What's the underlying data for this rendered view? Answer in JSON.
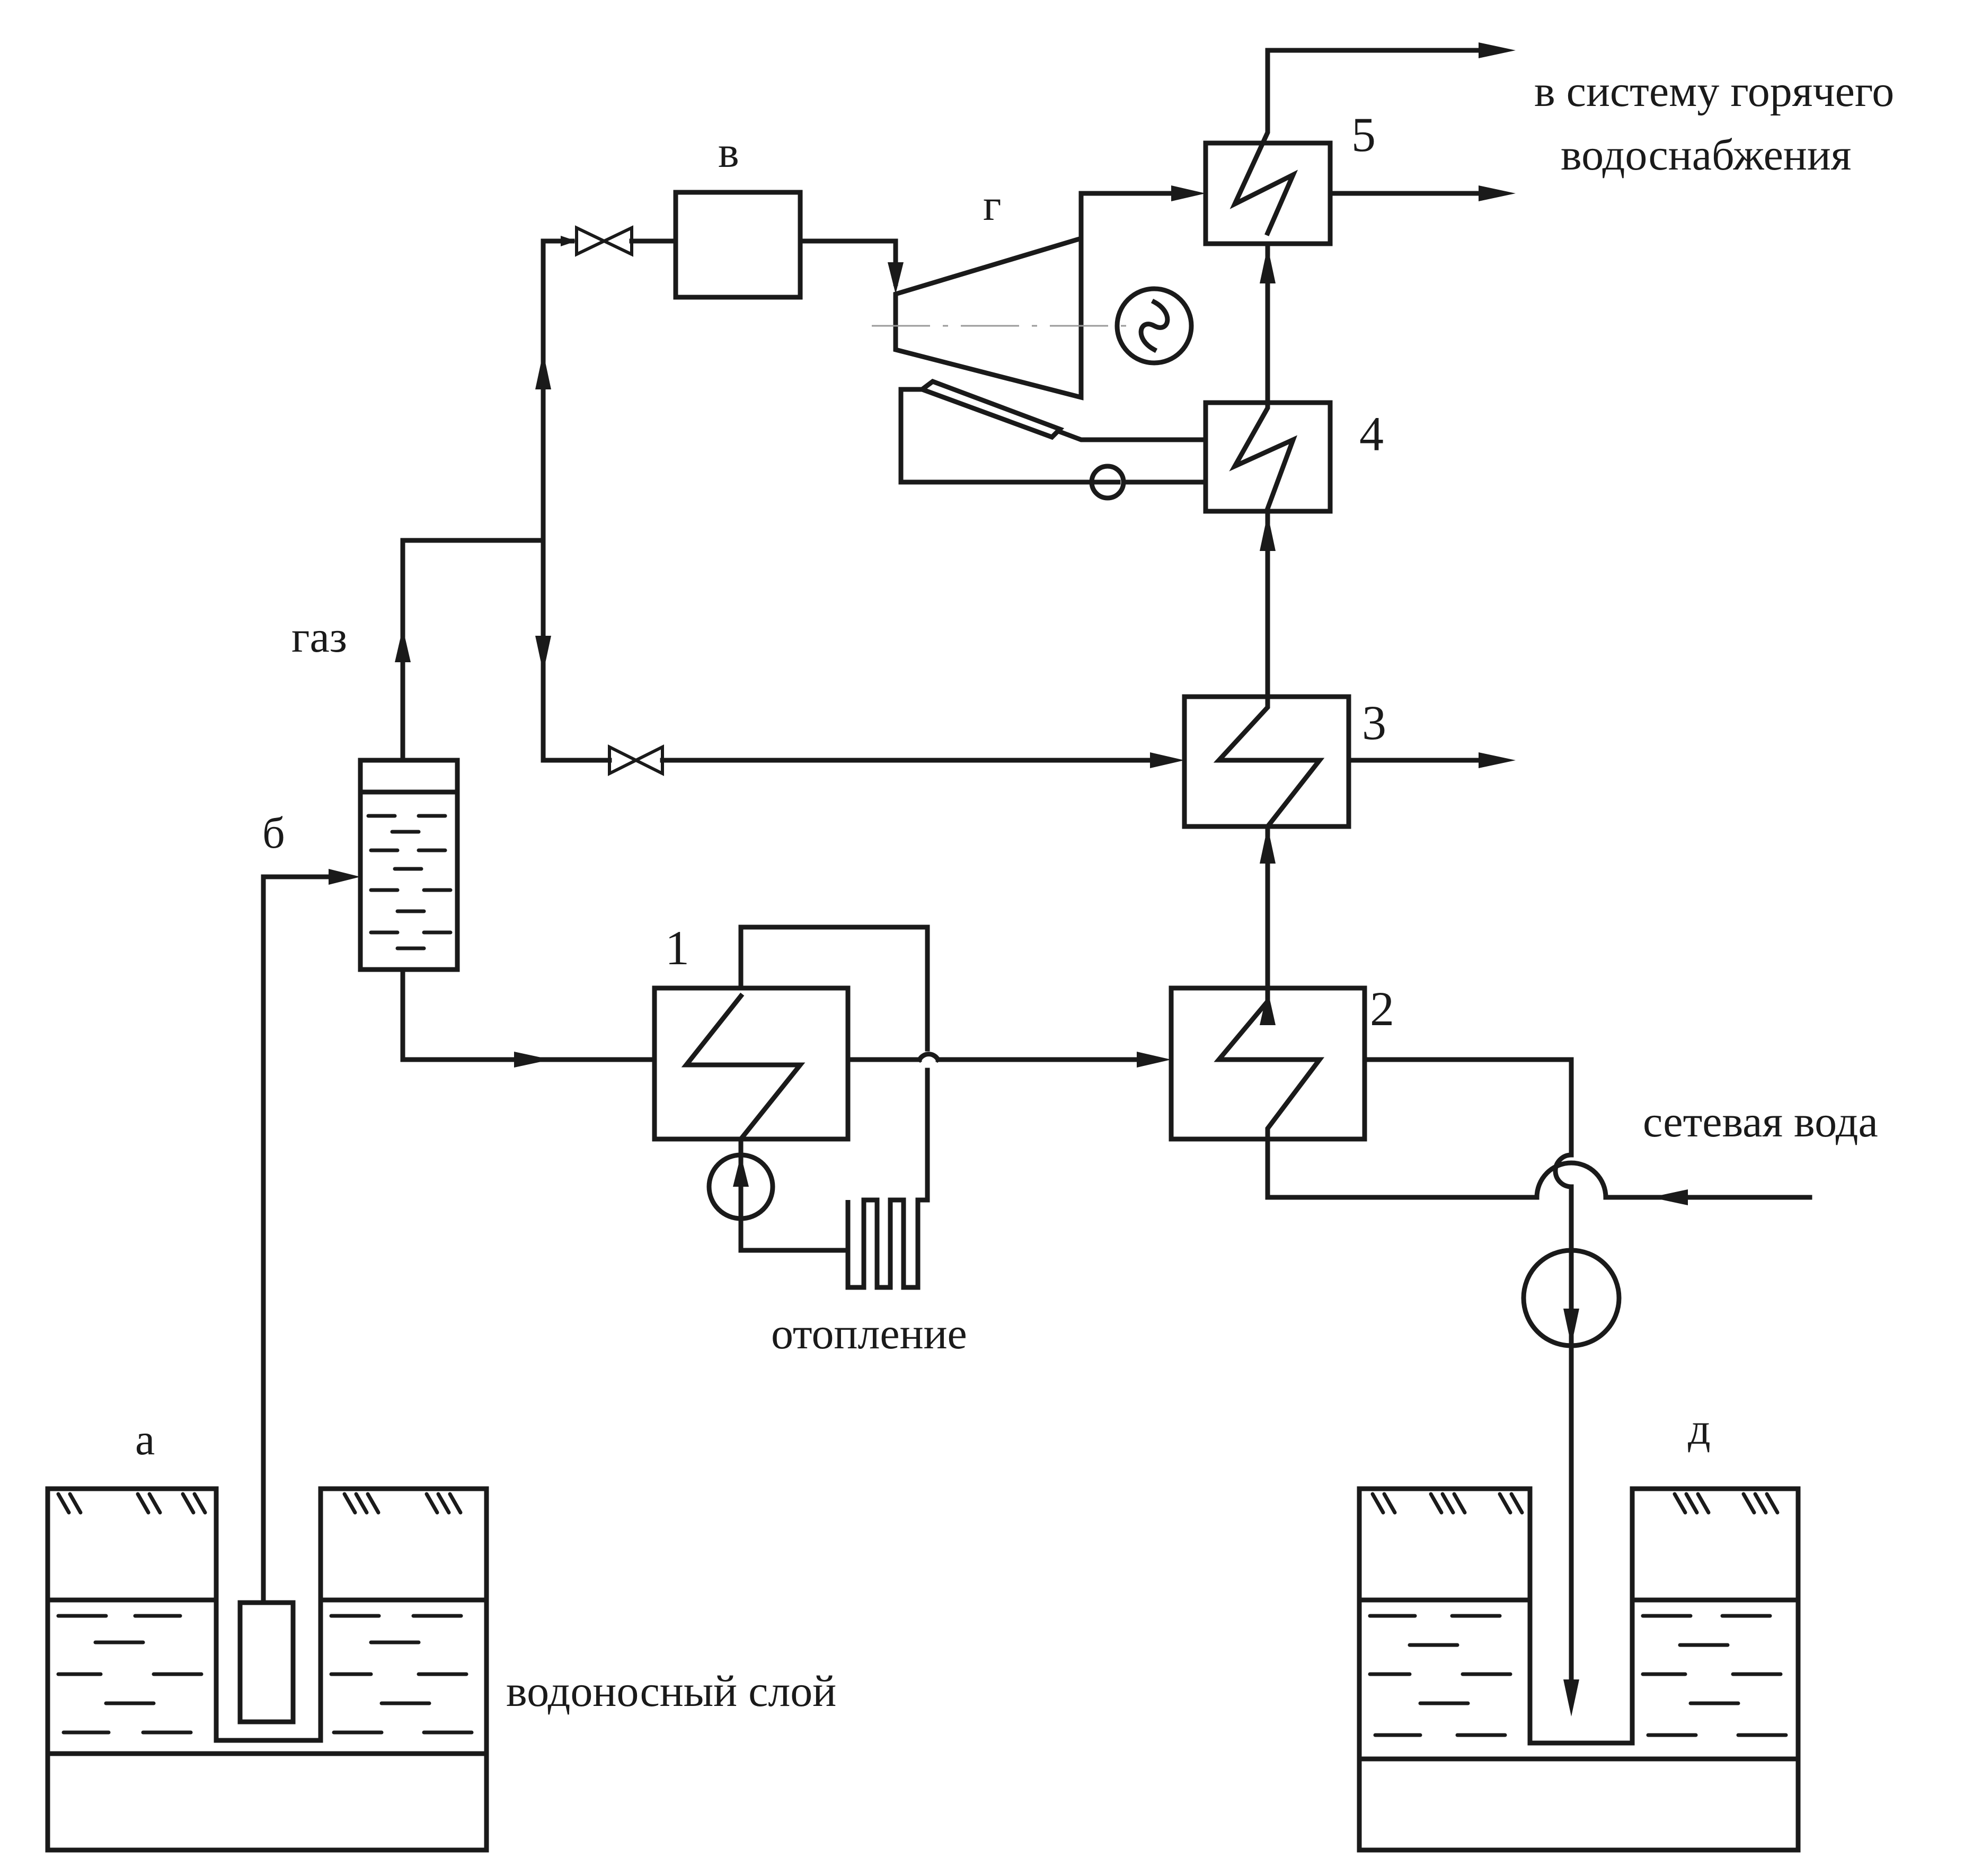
{
  "labels": {
    "a": "а",
    "b": "б",
    "v": "в",
    "g": "г",
    "d": "д",
    "gas": "газ",
    "heating": "отопление",
    "aquifer": "водоносный слой",
    "network_water": "сетевая вода",
    "hot_water_line1": "в систему горячего",
    "hot_water_line2": "водоснабжения"
  },
  "numbers": {
    "hx1": "1",
    "hx2": "2",
    "hx3": "3",
    "hx4": "4",
    "hx5": "5"
  },
  "colors": {
    "line": "#1a1a1a",
    "axis": "#999999",
    "background": "#ffffff"
  }
}
